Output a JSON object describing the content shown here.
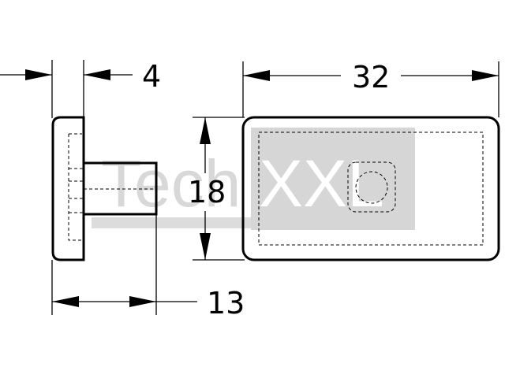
{
  "drawing": {
    "dimensions": {
      "flange_thickness": "4",
      "overall_width": "32",
      "height": "18",
      "overall_length": "13"
    },
    "watermark": {
      "brand_light": "Tech",
      "brand_bold": "XXL",
      "light_color": "#d2d2d2",
      "box_color": "#cfcfcf"
    }
  }
}
